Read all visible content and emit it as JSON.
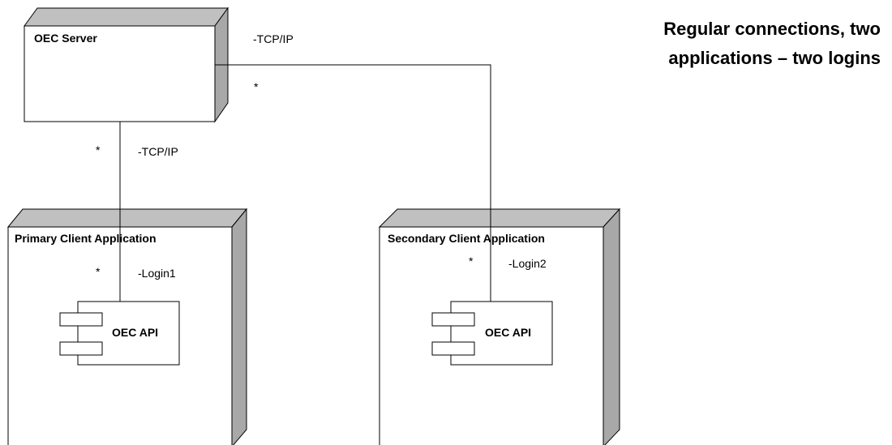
{
  "title": {
    "line1": "Regular connections, two",
    "line2": "applications – two logins"
  },
  "nodes": {
    "server": {
      "label": "OEC Server"
    },
    "primary": {
      "label": "Primary Client Application"
    },
    "secondary": {
      "label": "Secondary Client Application"
    }
  },
  "components": {
    "primary_api": {
      "label": "OEC API"
    },
    "secondary_api": {
      "label": "OEC API"
    }
  },
  "connections": {
    "server_secondary": {
      "role": "-TCP/IP",
      "multiplicity": "*"
    },
    "server_primary": {
      "role": "-TCP/IP",
      "multiplicity": "*"
    },
    "primary_login": {
      "role": "-Login1",
      "multiplicity": "*"
    },
    "secondary_login": {
      "role": "-Login2",
      "multiplicity": "*"
    }
  }
}
